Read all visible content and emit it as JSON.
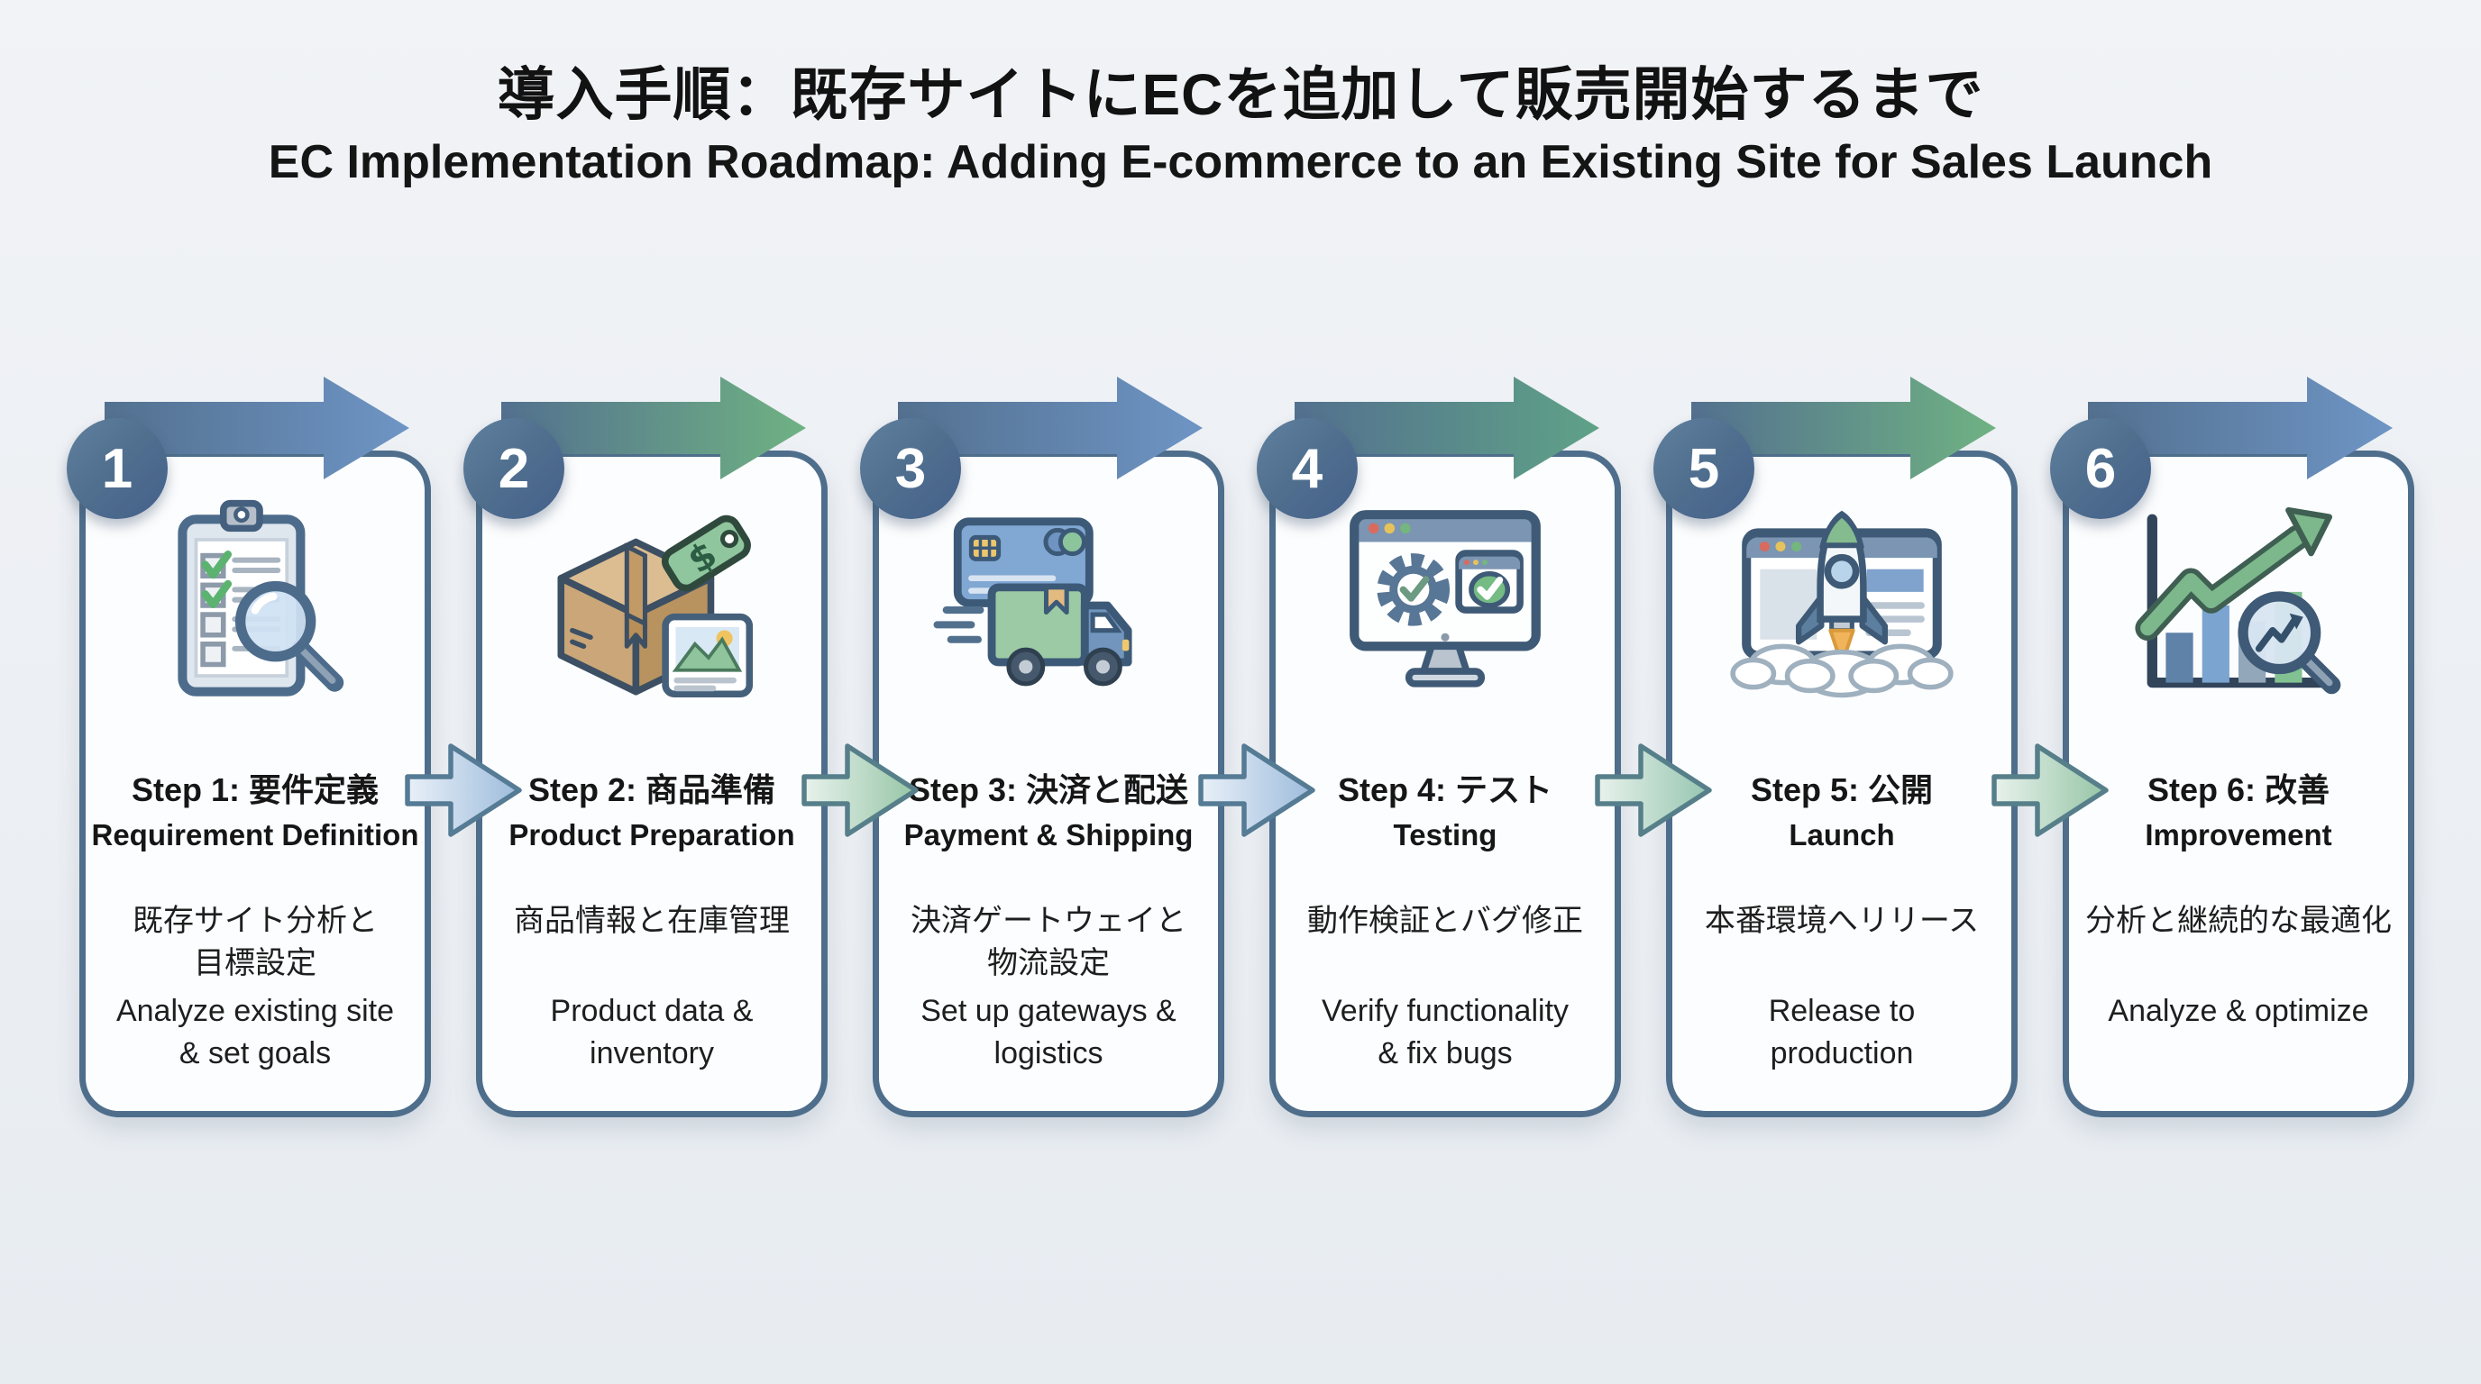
{
  "header": {
    "title_jp": "導入手順：既存サイトにECを追加して販売開始するまで",
    "title_en": "EC Implementation Roadmap: Adding E-commerce to an Existing Site for Sales Launch"
  },
  "steps": [
    {
      "number": "1",
      "title_jp": "Step 1: 要件定義",
      "title_en": "Requirement Definition",
      "body_jp": "既存サイト分析と\n目標設定",
      "body_en": "Analyze existing site\n& set goals",
      "icon": "clipboard-checklist-magnifier",
      "arrow_color": "blue"
    },
    {
      "number": "2",
      "title_jp": "Step 2: 商品準備",
      "title_en": "Product Preparation",
      "body_jp": "商品情報と在庫管理",
      "body_en": "Product data &\ninventory",
      "icon": "package-price-tag-photo",
      "arrow_color": "green"
    },
    {
      "number": "3",
      "title_jp": "Step 3: 決済と配送",
      "title_en": "Payment & Shipping",
      "body_jp": "決済ゲートウェイと\n物流設定",
      "body_en": "Set up gateways &\nlogistics",
      "icon": "credit-card-delivery-truck",
      "arrow_color": "blue"
    },
    {
      "number": "4",
      "title_jp": "Step 4: テスト",
      "title_en": "Testing",
      "body_jp": "動作検証とバグ修正",
      "body_en": "Verify functionality\n& fix bugs",
      "icon": "monitor-gear-check",
      "arrow_color": "teal"
    },
    {
      "number": "5",
      "title_jp": "Step 5: 公開",
      "title_en": "Launch",
      "body_jp": "本番環境へリリース",
      "body_en": "Release to\nproduction",
      "icon": "rocket-launch-browser",
      "arrow_color": "green"
    },
    {
      "number": "6",
      "title_jp": "Step 6: 改善",
      "title_en": "Improvement",
      "body_jp": "分析と継続的な最適化",
      "body_en": "Analyze & optimize",
      "icon": "growth-chart-magnifier",
      "arrow_color": "blue"
    }
  ],
  "connectors": [
    {
      "between": "1-2",
      "color": "blue"
    },
    {
      "between": "2-3",
      "color": "green"
    },
    {
      "between": "3-4",
      "color": "blue"
    },
    {
      "between": "4-5",
      "color": "green"
    },
    {
      "between": "5-6",
      "color": "green"
    }
  ],
  "palette": {
    "page_bg": "#edf0f4",
    "card_bg": "#fcfdfe",
    "card_border": "#4e6e8c",
    "badge_blue": "#4f6f92",
    "arrow_blue": "#6e95c5",
    "arrow_green": "#6fb283",
    "arrow_teal": "#5fa287",
    "text": "#161616",
    "check_green": "#5cb370",
    "box_tan": "#d4b084",
    "flame_orange": "#f2b45a"
  }
}
